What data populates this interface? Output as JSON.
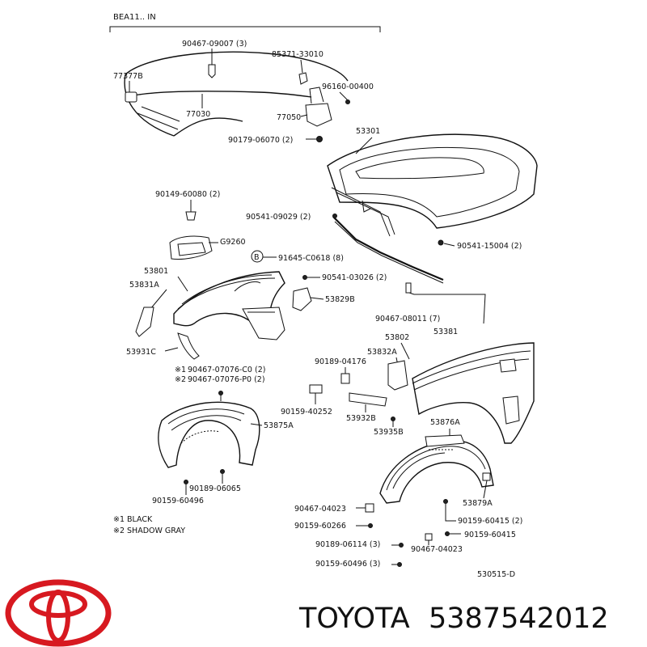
{
  "diagram": {
    "header": "BEA11.. IN",
    "ref_code": "530515-D",
    "callout_letter": "B",
    "labels": {
      "p90467_09007": "90467-09007 (3)",
      "p85371": "85371-33010",
      "p77377B": "77377B",
      "p96160": "96160-00400",
      "p77030": "77030",
      "p77050": "77050",
      "p90179": "90179-06070 (2)",
      "p53301": "53301",
      "p90149": "90149-60080 (2)",
      "p90541_09029": "90541-09029 (2)",
      "pG9260": "G9260",
      "p90541_15004": "90541-15004 (2)",
      "p91645": "91645-C0618 (8)",
      "p53801": "53801",
      "p53831A": "53831A",
      "p90541_03026": "90541-03026 (2)",
      "p53829B": "53829B",
      "p90467_08011": "90467-08011 (7)",
      "p53381": "53381",
      "p53931C": "53931C",
      "p53802": "53802",
      "p53832A": "53832A",
      "p90189_04176": "90189-04176",
      "note1_code": "90467-07076-C0 (2)",
      "note2_code": "90467-07076-P0 (2)",
      "p90159_40252": "90159-40252",
      "p53932B": "53932B",
      "p53935B": "53935B",
      "p53875A": "53875A",
      "p53876A": "53876A",
      "p90189_06065": "90189-06065",
      "p90159_60496": "90159-60496",
      "p53879A": "53879A",
      "p90467_04023a": "90467-04023",
      "p90159_60415_2": "90159-60415 (2)",
      "p90159_60266": "90159-60266",
      "p90159_60415": "90159-60415",
      "p90189_06114": "90189-06114 (3)",
      "p90467_04023b": "90467-04023",
      "p90159_60496_3": "90159-60496 (3)"
    },
    "notes": {
      "mark1": "※1",
      "mark2": "※2",
      "legend1": "※1  BLACK",
      "legend2": "※2  SHADOW GRAY"
    }
  },
  "brand": {
    "name": "TOYOTA",
    "part_number": "5387542012",
    "logo_color": "#d71920",
    "logo_icon": "toyota-logo-icon"
  }
}
